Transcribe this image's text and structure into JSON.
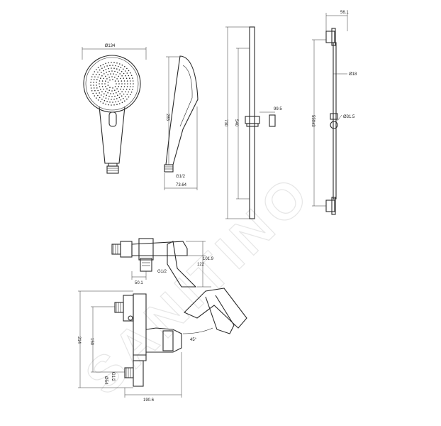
{
  "watermark": "SANITINO",
  "views": {
    "hand_shower_front": {
      "diameter_label": "Ø134"
    },
    "hand_shower_side": {
      "height_label": "285",
      "thread_label": "G1/2",
      "width_label": "73.64"
    },
    "slide_bar_front": {
      "total_label": "730",
      "spacing_label": "540",
      "holder_label": "99.5"
    },
    "slide_bar_side": {
      "top_label": "56.1",
      "rod_label": "Ø18",
      "holder_label": "Ø31.5",
      "spacing_label": "550±3"
    },
    "mixer_top": {
      "height_a_label": "101.9",
      "height_b_label": "122",
      "thread_label": "G1/2",
      "depth_label": "50.1"
    },
    "mixer_front": {
      "height_label": "214",
      "spacing_label": "150",
      "dia_label": "Ø54",
      "thread_label": "G1/2",
      "width_label": "190.6",
      "angle_label": "45°"
    }
  }
}
